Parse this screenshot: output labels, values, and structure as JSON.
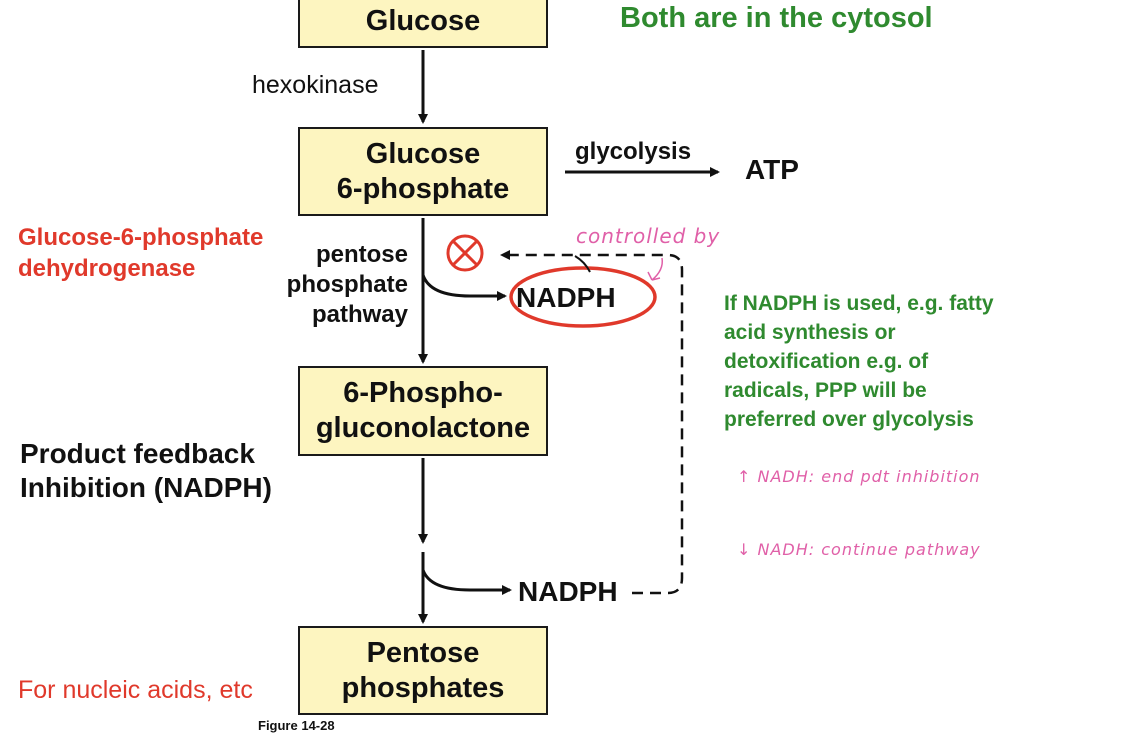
{
  "boxes": {
    "glucose": [
      "Glucose"
    ],
    "g6p": [
      "Glucose",
      "6-phosphate"
    ],
    "pgl": [
      "6-Phospho-",
      "gluconolactone"
    ],
    "pentose": [
      "Pentose",
      "phosphates"
    ]
  },
  "labels": {
    "hexokinase": "hexokinase",
    "glycolysis": "glycolysis",
    "atp": "ATP",
    "pentose_pathway": [
      "pentose",
      "phosphate",
      "pathway"
    ],
    "nadph_1": "NADPH",
    "nadph_2": "NADPH",
    "figure": "Figure 14-28"
  },
  "annotations": {
    "cytosol": "Both are in the cytosol",
    "enzyme": [
      "Glucose-6-phosphate",
      "dehydrogenase"
    ],
    "feedback": [
      "Product feedback",
      "Inhibition (NADPH)"
    ],
    "nucleic": "For nucleic acids, etc",
    "nadph_used": [
      "If NADPH is used, e.g. fatty",
      "acid synthesis or",
      "detoxification e.g. of",
      "radicals, PPP will be",
      "preferred over glycolysis"
    ]
  },
  "handwritten": {
    "controlled_by": "controlled by",
    "up_nadh": "↑ NADH: end pdt inhibition",
    "down_nadh": "↓ NADH: continue pathway"
  },
  "colors": {
    "box_fill": "#fdf5c0",
    "green": "#2f8a2f",
    "red": "#e0392b",
    "pink": "#e060a8"
  }
}
